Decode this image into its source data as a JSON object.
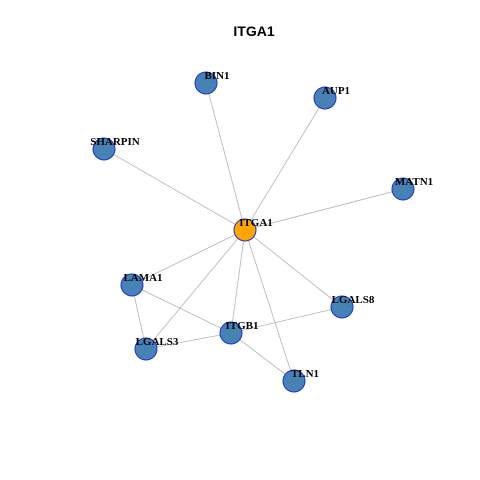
{
  "title": "ITGA1",
  "colors": {
    "center_fill": "#ffa500",
    "node_fill": "#4682b4",
    "node_stroke": "#1f2fd0",
    "edge": "#b4b4b4"
  },
  "nodes": [
    {
      "id": "ITGA1",
      "label": "ITGA1",
      "center": true
    },
    {
      "id": "BIN1",
      "label": "BIN1"
    },
    {
      "id": "AUP1",
      "label": "AUP1"
    },
    {
      "id": "SHARPIN",
      "label": "SHARPIN"
    },
    {
      "id": "MATN1",
      "label": "MATN1"
    },
    {
      "id": "LAMA1",
      "label": "LAMA1"
    },
    {
      "id": "LGALS8",
      "label": "LGALS8"
    },
    {
      "id": "ITGB1",
      "label": "ITGB1"
    },
    {
      "id": "LGALS3",
      "label": "LGALS3"
    },
    {
      "id": "TLN1",
      "label": "TLN1"
    }
  ],
  "edges": [
    [
      "ITGA1",
      "BIN1"
    ],
    [
      "ITGA1",
      "AUP1"
    ],
    [
      "ITGA1",
      "SHARPIN"
    ],
    [
      "ITGA1",
      "MATN1"
    ],
    [
      "ITGA1",
      "LAMA1"
    ],
    [
      "ITGA1",
      "LGALS8"
    ],
    [
      "ITGA1",
      "ITGB1"
    ],
    [
      "ITGA1",
      "LGALS3"
    ],
    [
      "ITGA1",
      "TLN1"
    ],
    [
      "LAMA1",
      "ITGB1"
    ],
    [
      "LAMA1",
      "LGALS3"
    ],
    [
      "LGALS3",
      "ITGB1"
    ],
    [
      "ITGB1",
      "LGALS8"
    ],
    [
      "ITGB1",
      "TLN1"
    ]
  ]
}
